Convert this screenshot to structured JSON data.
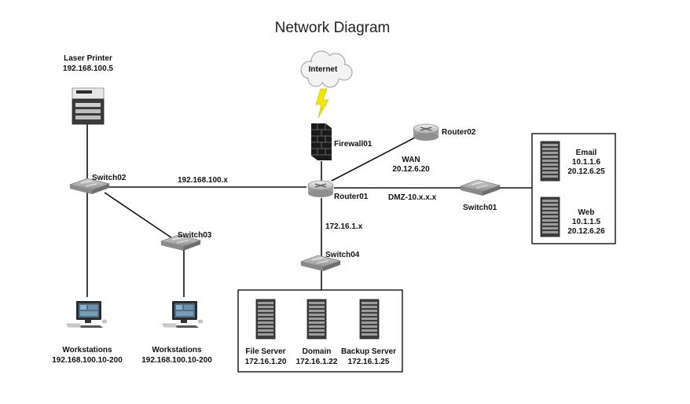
{
  "title": "Network Diagram",
  "cloud": {
    "label": "Internet"
  },
  "firewall": {
    "label": "Firewall01"
  },
  "routers": {
    "router01": {
      "label": "Router01"
    },
    "router02": {
      "label": "Router02"
    }
  },
  "switches": {
    "switch01": {
      "label": "Switch01"
    },
    "switch02": {
      "label": "Switch02"
    },
    "switch03": {
      "label": "Switch03"
    },
    "switch04": {
      "label": "Switch04"
    }
  },
  "printer": {
    "name": "Laser Printer",
    "ip": "192.168.100.5"
  },
  "workstations": [
    {
      "name": "Workstations",
      "ip": "192.168.100.10-200"
    },
    {
      "name": "Workstations",
      "ip": "192.168.100.10-200"
    }
  ],
  "links": {
    "lan": "192.168.100.x",
    "wan_title": "WAN",
    "wan_ip": "20.12.6.20",
    "dmz": "DMZ-10.x.x.x",
    "internal": "172.16.1.x"
  },
  "dmz_servers": [
    {
      "name": "Email",
      "ip1": "10.1.1.6",
      "ip2": "20.12.6.25"
    },
    {
      "name": "Web",
      "ip1": "10.1.1.5",
      "ip2": "20.12.6.26"
    }
  ],
  "internal_servers": [
    {
      "name": "File Server",
      "ip": "172.16.1.20"
    },
    {
      "name": "Domain",
      "ip": "172.16.1.22"
    },
    {
      "name": "Backup Server",
      "ip": "172.16.1.25"
    }
  ],
  "colors": {
    "lightning": "#f2e600",
    "brick": "#1a1a1a",
    "device": "#9a9a9a",
    "screen": "#4f6f86"
  }
}
